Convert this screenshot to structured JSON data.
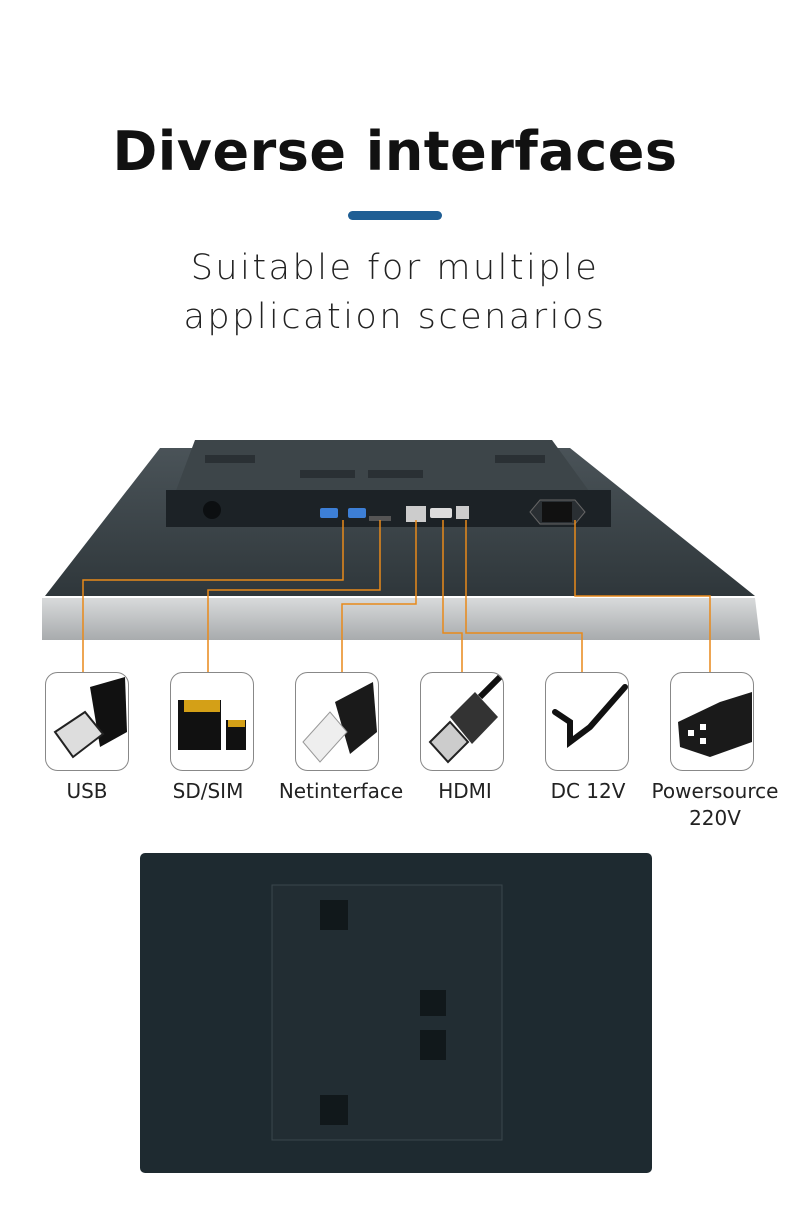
{
  "header": {
    "title": "Diverse interfaces",
    "subtitle_lines": [
      "Suitable for multiple",
      "application scenarios"
    ],
    "accent_color": "#1f5e94"
  },
  "interfaces": [
    {
      "label": "USB",
      "icon": "usb-plug-icon"
    },
    {
      "label": "SD/SIM",
      "icon": "sd-card-icon"
    },
    {
      "label": "Netinterface",
      "icon": "ethernet-plug-icon"
    },
    {
      "label": "HDMI",
      "icon": "hdmi-plug-icon"
    },
    {
      "label": "DC 12V",
      "icon": "dc-plug-icon"
    },
    {
      "label": "Powersource 220V",
      "icon": "power-plug-icon"
    }
  ],
  "line_color": "#e8891a"
}
